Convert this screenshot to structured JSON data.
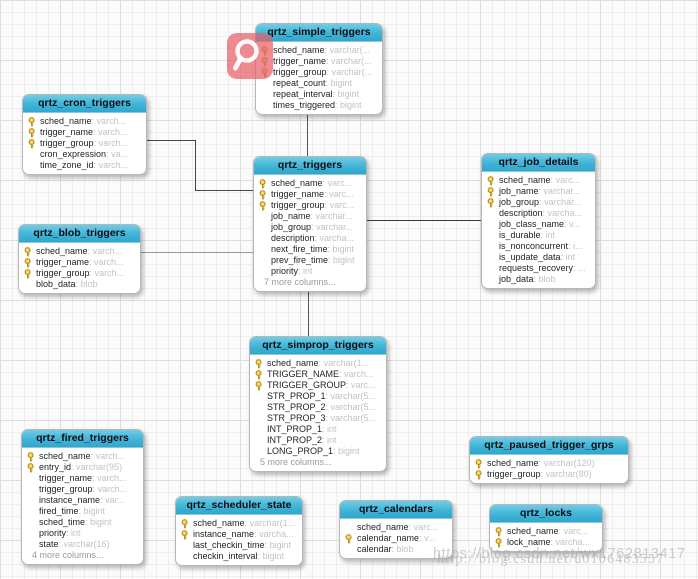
{
  "colors": {
    "entity_header": "#41b4d7",
    "key_icon": "#ffd75e",
    "magnifier_badge": "#e85f68",
    "relationship_line_dark": "#4a4a4a",
    "relationship_line_light": "#9a9a9a"
  },
  "watermarks": {
    "line1": "https://blog.csdn.net/wx1762813417",
    "line2": "http://blog.csdn.net/u0106483557"
  },
  "diagram": {
    "entities": [
      {
        "id": "qrtz_simple_triggers",
        "title": "qrtz_simple_triggers",
        "columns": [
          {
            "name": "sched_name",
            "type": "varchar(...",
            "key": true
          },
          {
            "name": "trigger_name",
            "type": "varchar(...",
            "key": true
          },
          {
            "name": "trigger_group",
            "type": "varchar(...",
            "key": true
          },
          {
            "name": "repeat_count",
            "type": "bigint",
            "key": false
          },
          {
            "name": "repeat_interval",
            "type": "bigint",
            "key": false
          },
          {
            "name": "times_triggered",
            "type": "bigint",
            "key": false
          }
        ]
      },
      {
        "id": "qrtz_cron_triggers",
        "title": "qrtz_cron_triggers",
        "columns": [
          {
            "name": "sched_name",
            "type": "varch...",
            "key": true
          },
          {
            "name": "trigger_name",
            "type": "varch...",
            "key": true
          },
          {
            "name": "trigger_group",
            "type": "varch...",
            "key": true
          },
          {
            "name": "cron_expression",
            "type": "va...",
            "key": false
          },
          {
            "name": "time_zone_id",
            "type": "varch...",
            "key": false
          }
        ]
      },
      {
        "id": "qrtz_triggers",
        "title": "qrtz_triggers",
        "columns": [
          {
            "name": "sched_name",
            "type": "varc...",
            "key": true
          },
          {
            "name": "trigger_name",
            "type": "varc...",
            "key": true
          },
          {
            "name": "trigger_group",
            "type": "varc...",
            "key": true
          },
          {
            "name": "job_name",
            "type": "varchar...",
            "key": false
          },
          {
            "name": "job_group",
            "type": "varchar...",
            "key": false
          },
          {
            "name": "description",
            "type": "varcha...",
            "key": false
          },
          {
            "name": "next_fire_time",
            "type": "bigint",
            "key": false
          },
          {
            "name": "prev_fire_time",
            "type": "bigint",
            "key": false
          },
          {
            "name": "priority",
            "type": "int",
            "key": false
          },
          {
            "name": "7 more columns...",
            "type": "",
            "key": false,
            "more": true
          }
        ]
      },
      {
        "id": "qrtz_job_details",
        "title": "qrtz_job_details",
        "columns": [
          {
            "name": "sched_name",
            "type": "varc...",
            "key": true
          },
          {
            "name": "job_name",
            "type": "varchar...",
            "key": true
          },
          {
            "name": "job_group",
            "type": "varchar...",
            "key": true
          },
          {
            "name": "description",
            "type": "varcha...",
            "key": false
          },
          {
            "name": "job_class_name",
            "type": "v...",
            "key": false
          },
          {
            "name": "is_durable",
            "type": "int",
            "key": false
          },
          {
            "name": "is_nonconcurrent",
            "type": "i...",
            "key": false
          },
          {
            "name": "is_update_data",
            "type": "int",
            "key": false
          },
          {
            "name": "requests_recovery",
            "type": "...",
            "key": false
          },
          {
            "name": "job_data",
            "type": "blob",
            "key": false
          }
        ]
      },
      {
        "id": "qrtz_blob_triggers",
        "title": "qrtz_blob_triggers",
        "columns": [
          {
            "name": "sched_name",
            "type": "varch...",
            "key": true
          },
          {
            "name": "trigger_name",
            "type": "varch...",
            "key": true
          },
          {
            "name": "trigger_group",
            "type": "varch...",
            "key": true
          },
          {
            "name": "blob_data",
            "type": "blob",
            "key": false
          }
        ]
      },
      {
        "id": "qrtz_simprop_triggers",
        "title": "qrtz_simprop_triggers",
        "columns": [
          {
            "name": "sched_name",
            "type": "varchar(1...",
            "key": true
          },
          {
            "name": "TRIGGER_NAME",
            "type": "varch...",
            "key": true
          },
          {
            "name": "TRIGGER_GROUP",
            "type": "varc...",
            "key": true
          },
          {
            "name": "STR_PROP_1",
            "type": "varchar(5...",
            "key": false
          },
          {
            "name": "STR_PROP_2",
            "type": "varchar(5...",
            "key": false
          },
          {
            "name": "STR_PROP_3",
            "type": "varchar(5...",
            "key": false
          },
          {
            "name": "INT_PROP_1",
            "type": "int",
            "key": false
          },
          {
            "name": "INT_PROP_2",
            "type": "int",
            "key": false
          },
          {
            "name": "LONG_PROP_1",
            "type": "bigint",
            "key": false
          },
          {
            "name": "5 more columns...",
            "type": "",
            "key": false,
            "more": true
          }
        ]
      },
      {
        "id": "qrtz_fired_triggers",
        "title": "qrtz_fired_triggers",
        "columns": [
          {
            "name": "sched_name",
            "type": "varch...",
            "key": true
          },
          {
            "name": "entry_id",
            "type": "varchar(95)",
            "key": true
          },
          {
            "name": "trigger_name",
            "type": "varch...",
            "key": false
          },
          {
            "name": "trigger_group",
            "type": "varch...",
            "key": false
          },
          {
            "name": "instance_name",
            "type": "var...",
            "key": false
          },
          {
            "name": "fired_time",
            "type": "bigint",
            "key": false
          },
          {
            "name": "sched_time",
            "type": "bigint",
            "key": false
          },
          {
            "name": "priority",
            "type": "int",
            "key": false
          },
          {
            "name": "state",
            "type": "varchar(16)",
            "key": false
          },
          {
            "name": "4 more columns...",
            "type": "",
            "key": false,
            "more": true
          }
        ]
      },
      {
        "id": "qrtz_paused_trigger_grps",
        "title": "qrtz_paused_trigger_grps",
        "columns": [
          {
            "name": "sched_name",
            "type": "varchar(120)",
            "key": true
          },
          {
            "name": "trigger_group",
            "type": "varchar(80)",
            "key": true
          }
        ]
      },
      {
        "id": "qrtz_scheduler_state",
        "title": "qrtz_scheduler_state",
        "columns": [
          {
            "name": "sched_name",
            "type": "varchar(1...",
            "key": true
          },
          {
            "name": "instance_name",
            "type": "varcha...",
            "key": true
          },
          {
            "name": "last_checkin_time",
            "type": "bigint",
            "key": false
          },
          {
            "name": "checkin_interval",
            "type": "bigint",
            "key": false
          }
        ]
      },
      {
        "id": "qrtz_calendars",
        "title": "qrtz_calendars",
        "columns": [
          {
            "name": "sched_name",
            "type": "varc...",
            "key": false
          },
          {
            "name": "calendar_name",
            "type": "v...",
            "key": true
          },
          {
            "name": "calendar",
            "type": "blob",
            "key": false
          }
        ]
      },
      {
        "id": "qrtz_locks",
        "title": "qrtz_locks",
        "columns": [
          {
            "name": "sched_name",
            "type": "varc...",
            "key": true
          },
          {
            "name": "lock_name",
            "type": "varcha...",
            "key": true
          }
        ]
      }
    ]
  }
}
